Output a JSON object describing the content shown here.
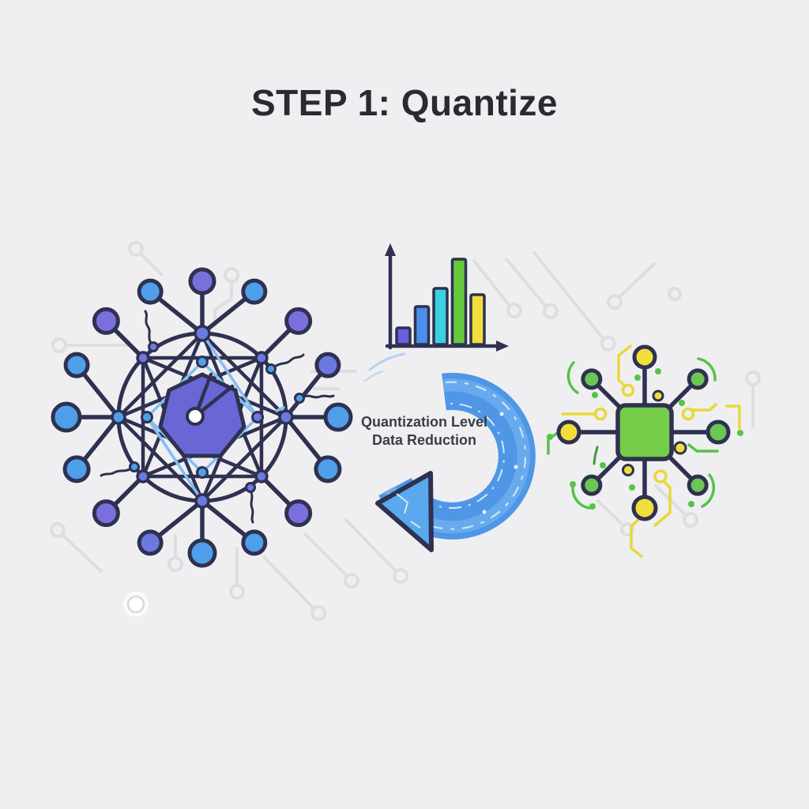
{
  "title": "STEP 1: Quantize",
  "annotation": {
    "line1": "Quantization Level",
    "line2": "Data Reduction"
  },
  "colors": {
    "background": "#efeff1",
    "outline": "#2e3150",
    "title_text": "#2a2a31",
    "annotation_text": "#3c3c44",
    "trace": "#dedee1",
    "node_blue": "#4f9fea",
    "node_purple": "#7a70dc",
    "node_indigo": "#6b79e0",
    "link_light": "#85bdf2",
    "center_polygon": "#6b66d6",
    "arrow_blue": "#4f97e6",
    "arrow_highlight": "#7ab8f1",
    "arrow_detail": "#dceffc",
    "arrowhead": "#5aa8ed",
    "chip_green": "#76cd4a",
    "node_green": "#6cc653",
    "node_yellow": "#f2de3a",
    "accent_green": "#54c447",
    "accent_yellow": "#e8d838",
    "dark_green": "#3f9a34"
  },
  "chart_data": {
    "type": "bar",
    "categories": [
      "",
      "",
      "",
      "",
      ""
    ],
    "values": [
      19,
      44,
      66,
      100,
      58
    ],
    "colors": [
      "#6a5fe0",
      "#4a90ea",
      "#3ad1e0",
      "#67c93c",
      "#f2dd3a"
    ],
    "title": "",
    "xlabel": "",
    "ylabel": "",
    "ylim": [
      0,
      100
    ],
    "grid": false,
    "legend": false
  },
  "left_network": {
    "outer_nodes": [
      {
        "angle": -90,
        "color": "purple",
        "r": 15
      },
      {
        "angle": -67.5,
        "color": "blue",
        "r": 14
      },
      {
        "angle": -45,
        "color": "purple",
        "r": 15
      },
      {
        "angle": -22.5,
        "color": "indigo",
        "r": 14
      },
      {
        "angle": 0,
        "color": "blue",
        "r": 16
      },
      {
        "angle": 22.5,
        "color": "blue",
        "r": 15
      },
      {
        "angle": 45,
        "color": "purple",
        "r": 15
      },
      {
        "angle": 67.5,
        "color": "blue",
        "r": 14
      },
      {
        "angle": 90,
        "color": "blue",
        "r": 16
      },
      {
        "angle": 112.5,
        "color": "indigo",
        "r": 14
      },
      {
        "angle": 135,
        "color": "purple",
        "r": 15
      },
      {
        "angle": 157.5,
        "color": "blue",
        "r": 15
      },
      {
        "angle": 180,
        "color": "blue",
        "r": 17
      },
      {
        "angle": 202.5,
        "color": "blue",
        "r": 14
      },
      {
        "angle": 225,
        "color": "purple",
        "r": 15
      },
      {
        "angle": 247.5,
        "color": "blue",
        "r": 14
      }
    ],
    "ring_nodes": [
      {
        "angle": -90,
        "color": "indigo",
        "r": 9
      },
      {
        "angle": -45,
        "color": "indigo",
        "r": 7
      },
      {
        "angle": 0,
        "color": "indigo",
        "r": 8
      },
      {
        "angle": 45,
        "color": "indigo",
        "r": 7
      },
      {
        "angle": 90,
        "color": "indigo",
        "r": 8
      },
      {
        "angle": 135,
        "color": "indigo",
        "r": 7
      },
      {
        "angle": 180,
        "color": "blue",
        "r": 8
      },
      {
        "angle": 225,
        "color": "indigo",
        "r": 7
      }
    ],
    "inner_nodes": [
      {
        "angle": -90,
        "color": "blue"
      },
      {
        "angle": 0,
        "color": "indigo"
      },
      {
        "angle": 90,
        "color": "blue"
      },
      {
        "angle": 180,
        "color": "blue"
      }
    ]
  },
  "right_network": {
    "nodes": [
      {
        "angle": -90,
        "dist": 95,
        "color": "yellow",
        "r": 13
      },
      {
        "angle": -45,
        "dist": 95,
        "color": "green",
        "r": 11
      },
      {
        "angle": 0,
        "dist": 93,
        "color": "green",
        "r": 13
      },
      {
        "angle": 45,
        "dist": 95,
        "color": "green",
        "r": 11
      },
      {
        "angle": 90,
        "dist": 96,
        "color": "yellow",
        "r": 14
      },
      {
        "angle": 135,
        "dist": 95,
        "color": "green",
        "r": 11
      },
      {
        "angle": 180,
        "dist": 96,
        "color": "yellow",
        "r": 13
      },
      {
        "angle": -135,
        "dist": 95,
        "color": "green",
        "r": 11
      }
    ]
  }
}
